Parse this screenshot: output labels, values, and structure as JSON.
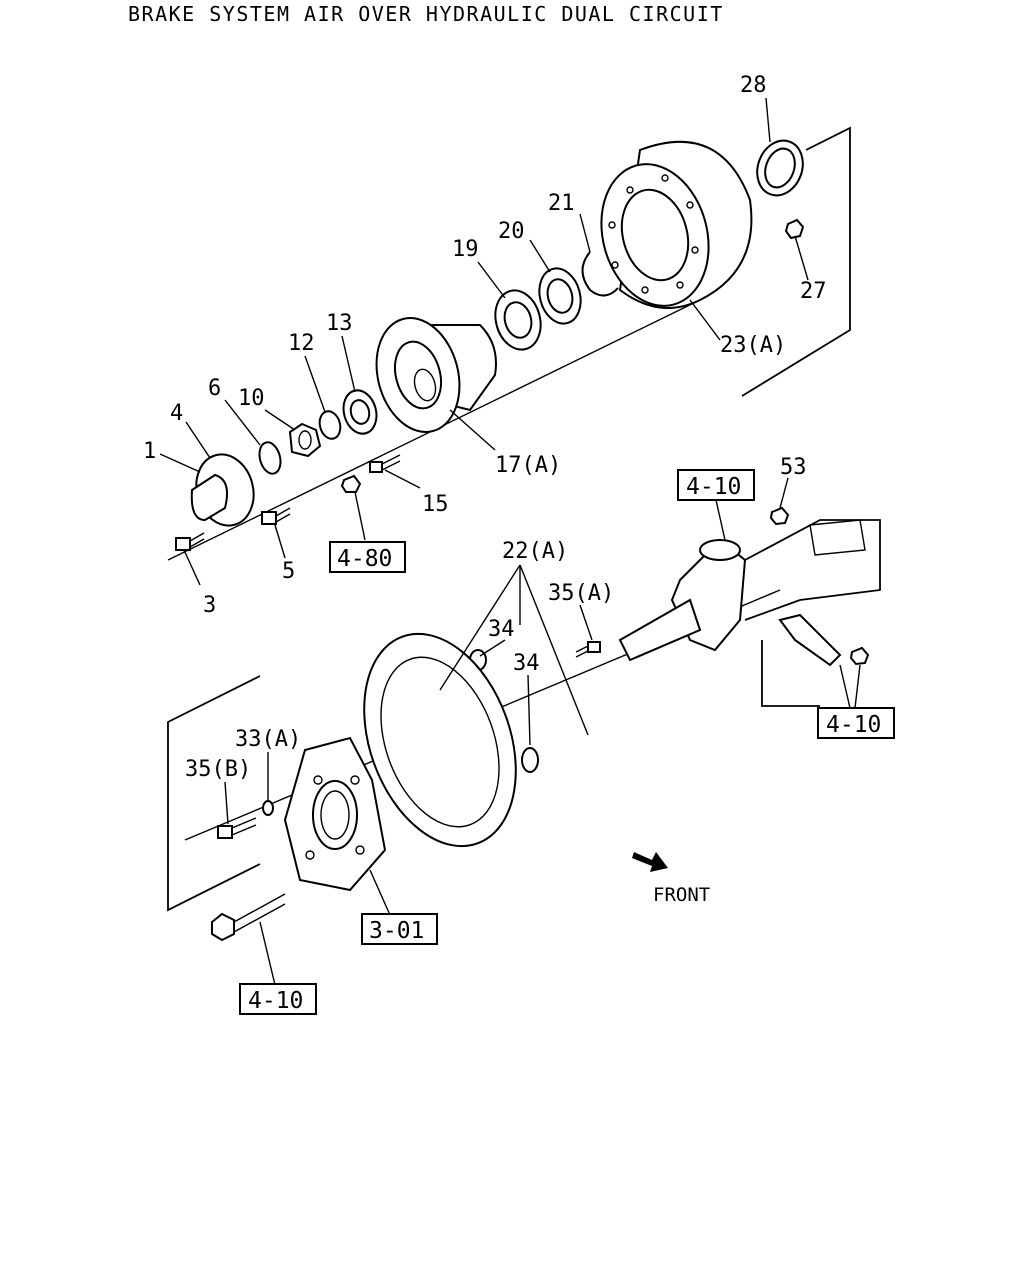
{
  "title": "BRAKE SYSTEM AIR OVER HYDRAULIC DUAL CIRCUIT",
  "callouts": {
    "c28": "28",
    "c27": "27",
    "c21": "21",
    "c20": "20",
    "c19": "19",
    "c23a": "23(A)",
    "c13": "13",
    "c12": "12",
    "c10": "10",
    "c6": "6",
    "c4": "4",
    "c1": "1",
    "c17a": "17(A)",
    "c15": "15",
    "c5": "5",
    "c3": "3",
    "c53": "53",
    "c22a": "22(A)",
    "c35a": "35(A)",
    "c34a": "34",
    "c34b": "34",
    "c33a": "33(A)",
    "c35b": "35(B)"
  },
  "references": {
    "r480": "4-80",
    "r410_knuckle": "4-10",
    "r410_arm": "4-10",
    "r301": "3-01",
    "r410_bolt": "4-10"
  },
  "front_label": "FRONT",
  "icons": [
    "front-arrow-icon"
  ]
}
